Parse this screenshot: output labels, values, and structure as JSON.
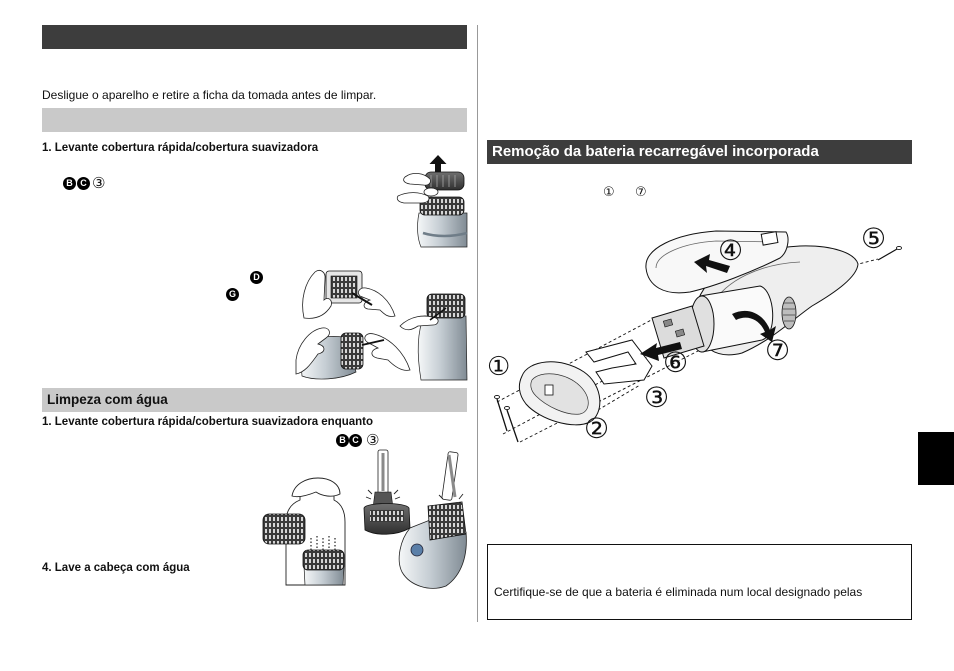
{
  "colors": {
    "dark_bar": "#3d3d3d",
    "light_bar": "#c9c9c9",
    "divider": "#999999",
    "tab": "#000000",
    "heading_text": "#ffffff"
  },
  "cleaning": {
    "instruction": "Desligue o aparelho e retire a ficha da tomada antes de limpar.",
    "step_1": "1. Levante cobertura rápida/cobertura suavizadora",
    "step_1_refs": {
      "b": "B",
      "c": "C",
      "num": "③"
    },
    "ref_d": "D",
    "ref_g": "G"
  },
  "water_cleaning": {
    "heading": "Limpeza com água",
    "step_1": "1. Levante cobertura rápida/cobertura suavizadora enquanto",
    "step_1_refs": {
      "b": "B",
      "c": "C",
      "num": "③"
    },
    "step_4": "4. Lave a cabeça com água"
  },
  "battery_removal": {
    "heading": "Remoção da bateria recarregável incorporada",
    "step_range": {
      "from": "①",
      "to": "⑦"
    },
    "diagram_labels": {
      "one": "①",
      "two": "②",
      "three": "③",
      "four": "④",
      "five": "⑤",
      "six": "⑥",
      "seven": "⑦"
    },
    "disposal_notice": "Certifique-se de que a bateria é eliminada num local designado pelas"
  }
}
